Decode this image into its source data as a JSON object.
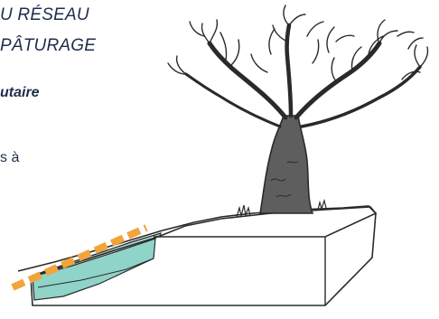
{
  "texts": {
    "line1": "U RÉSEAU",
    "line2": "PÂTURAGE",
    "line3": "utaire",
    "line4": "s à"
  },
  "colors": {
    "ink": "#1f2d4a",
    "water": "#8fd3c9",
    "dash": "#f2a43a",
    "trunk": "#5e5e5e",
    "line": "#2a2a2a"
  }
}
